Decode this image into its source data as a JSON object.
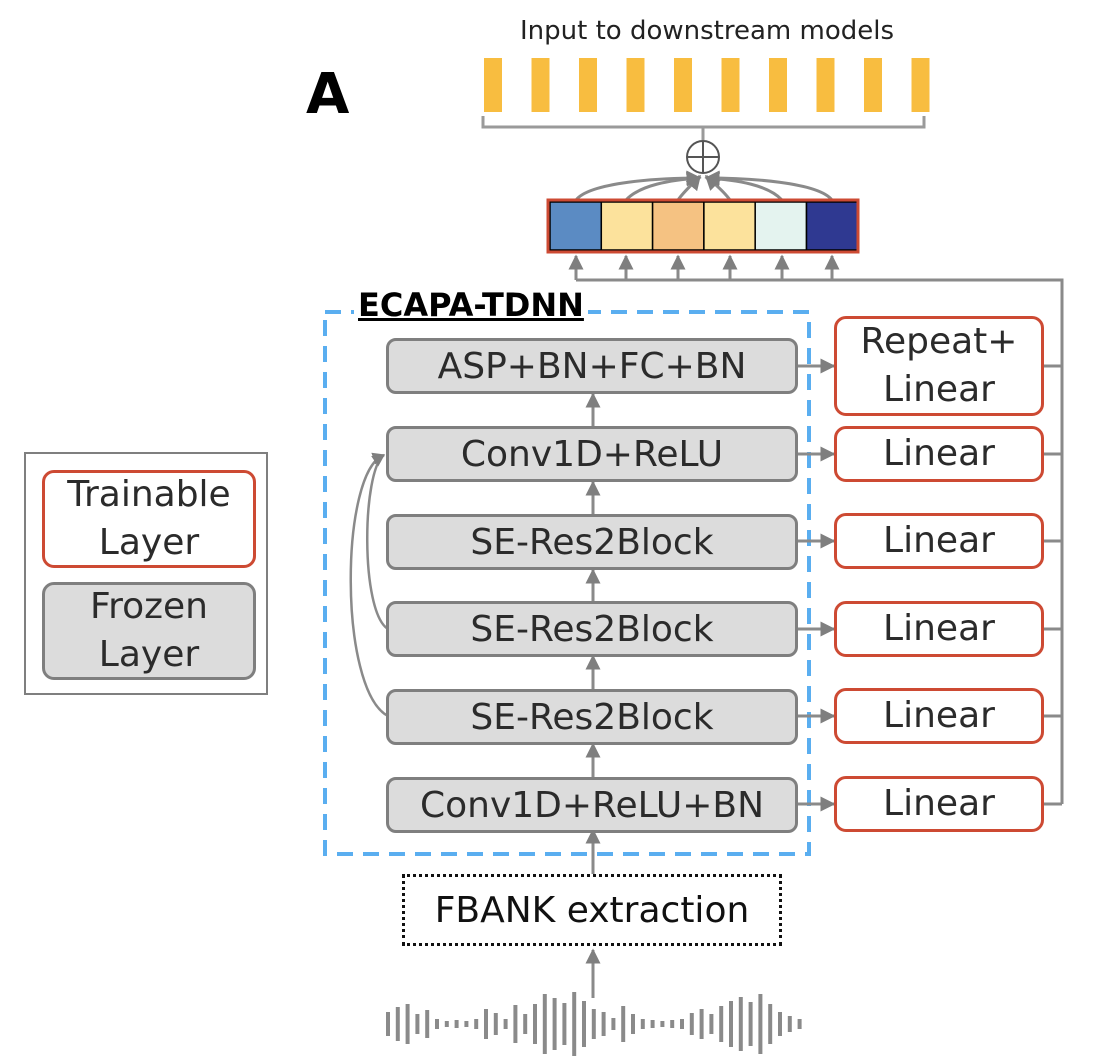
{
  "panel_label": "A",
  "output_label": "Input to downstream models",
  "encoder_title": "ECAPA-TDNN",
  "frozen_layers": [
    "ASP+BN+FC+BN",
    "Conv1D+ReLU",
    "SE-Res2Block",
    "SE-Res2Block",
    "SE-Res2Block",
    "Conv1D+ReLU+BN"
  ],
  "trainable_layers": [
    "Repeat+\nLinear",
    "Linear",
    "Linear",
    "Linear",
    "Linear",
    "Linear"
  ],
  "fbank_label": "FBANK extraction",
  "sum_symbol": "⊕",
  "weight_colors": [
    "#5b8bc3",
    "#fce29c",
    "#f5c282",
    "#fce29c",
    "#e4f3ef",
    "#2f3991"
  ],
  "output_bar_color": "#f8bd40",
  "legend": {
    "trainable": "Trainable\nLayer",
    "frozen": "Frozen\nLayer"
  },
  "colors": {
    "trainable_border": "#cd4a33",
    "frozen_fill": "#dcdcdc",
    "frozen_border": "#7f7f7f",
    "dashed_border": "#5aaef0",
    "arrow": "#7f7f7f"
  }
}
